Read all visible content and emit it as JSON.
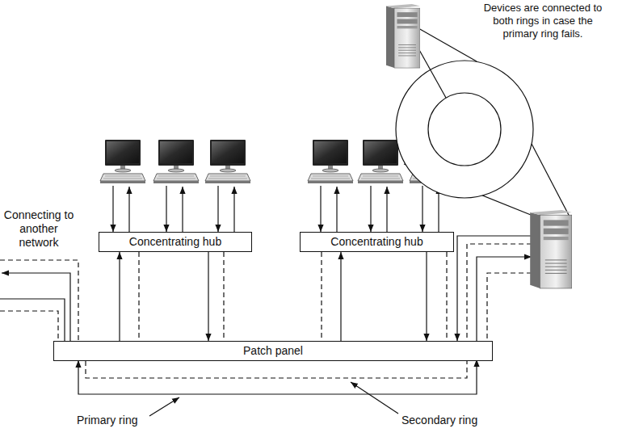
{
  "diagram": {
    "nodes": [
      {
        "text": [
          "Concentrating hub"
        ]
      },
      {
        "text": [
          "Concentrating hub"
        ]
      },
      {
        "text": [
          "Patch panel"
        ]
      }
    ],
    "edges": [
      {
        "from": 2,
        "to": 0,
        "arrow": "to"
      },
      {
        "from": 0,
        "to": 2,
        "arrow": "none"
      },
      {
        "from": 0,
        "to": 2,
        "arrow": "to"
      },
      {
        "from": 0,
        "to": 2,
        "arrow": "none"
      },
      {
        "from": 1,
        "to": 2,
        "arrow": "none"
      },
      {
        "from": 2,
        "to": 1,
        "arrow": "to"
      },
      {
        "from": 1,
        "to": 2,
        "arrow": "to"
      },
      {
        "from": 1,
        "to": 2,
        "arrow": "none"
      }
    ],
    "labels": [
      "Connecting to another network",
      "Devices are connected to both rings in case the primary ring fails.",
      "Primary ring",
      "Secondary ring"
    ]
  }
}
